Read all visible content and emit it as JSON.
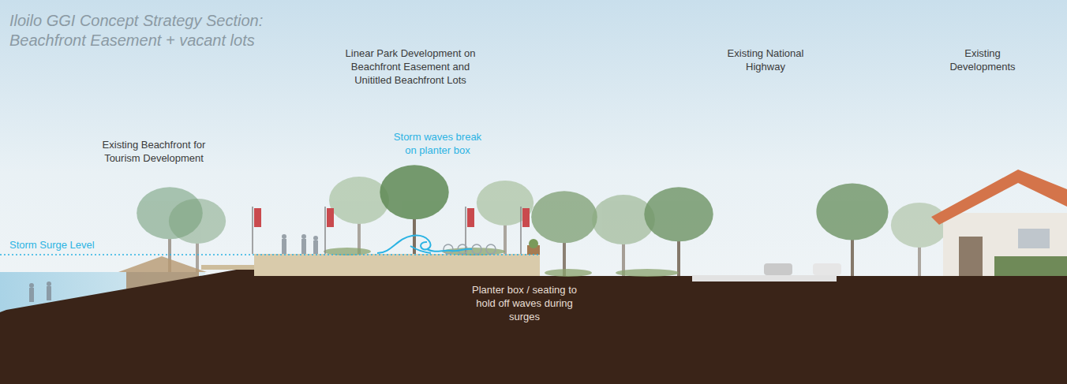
{
  "diagram": {
    "title": "Iloilo GGI Concept Strategy Section: Beachfront Easement + vacant lots",
    "labels": [
      "Linear Park Development on Beachfront Easement and Unititled Beachfront Lots",
      "Existing National Highway",
      "Existing Developments",
      "Existing Beachfront for Tourism Development",
      "Storm waves break on planter box",
      "Storm Surge Level",
      "Planter box / seating to hold off waves during surges"
    ]
  }
}
